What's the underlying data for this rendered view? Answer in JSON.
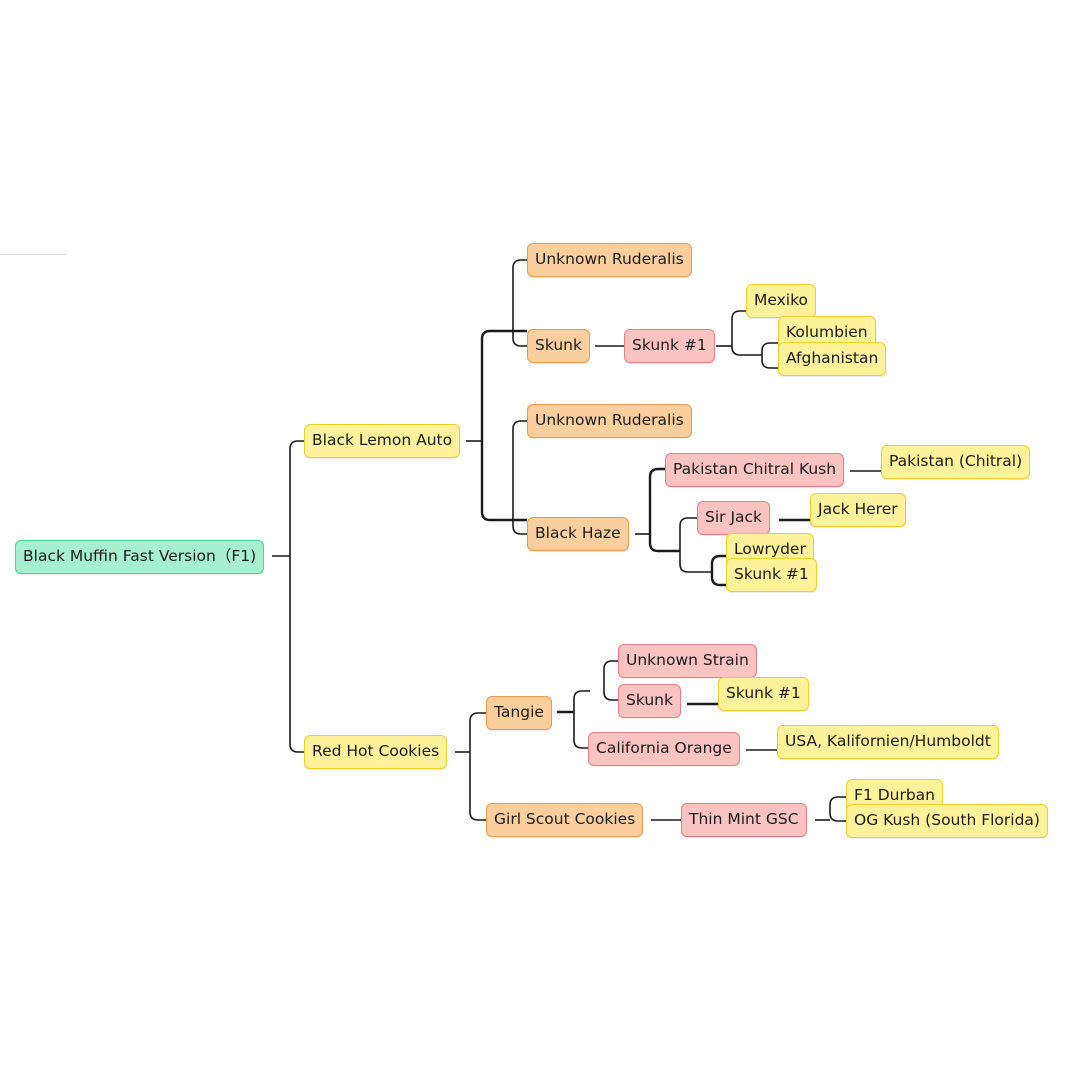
{
  "mindmap": {
    "root": "Black Muffin Fast Version（F1)",
    "branch_black_lemon": {
      "label": "Black Lemon Auto",
      "unknown_ruderalis_1": "Unknown Ruderalis",
      "skunk": "Skunk",
      "skunk_1_a": "Skunk #1",
      "mexiko": "Mexiko",
      "kolumbien": "Kolumbien",
      "afghanistan": "Afghanistan",
      "unknown_ruderalis_2": "Unknown Ruderalis",
      "black_haze": "Black Haze",
      "pakistan_chitral_kush": "Pakistan Chitral Kush",
      "pakistan_chitral": "Pakistan (Chitral)",
      "sir_jack": "Sir Jack",
      "jack_herer": "Jack Herer",
      "lowryder": "Lowryder",
      "skunk_1_b": "Skunk #1"
    },
    "branch_red_hot": {
      "label": "Red Hot Cookies",
      "tangie": "Tangie",
      "unknown_strain": "Unknown Strain",
      "skunk": "Skunk",
      "skunk_1_c": "Skunk #1",
      "california_orange": "California Orange",
      "usa_kalifornien": "USA, Kalifornien/Humboldt",
      "girl_scout_cookies": "Girl Scout Cookies",
      "thin_mint_gsc": "Thin Mint GSC",
      "f1_durban": "F1 Durban",
      "og_kush": "OG Kush (South Florida)"
    }
  },
  "colors": {
    "root": "#a6f0cf",
    "level_yellow": "#fff29a",
    "level_orange": "#fbcf9d",
    "level_pink": "#fbc2c2",
    "connector": "#1a1a1a"
  }
}
